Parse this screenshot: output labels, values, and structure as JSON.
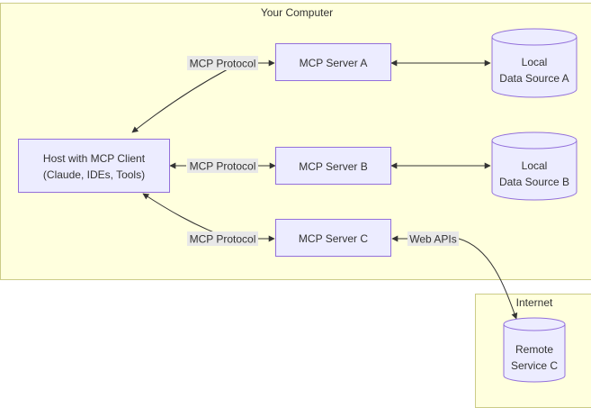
{
  "groups": {
    "computer": {
      "label": "Your Computer"
    },
    "internet": {
      "label": "Internet"
    }
  },
  "nodes": {
    "host": {
      "line1": "Host with MCP Client",
      "line2": "(Claude, IDEs, Tools)"
    },
    "server_a": {
      "label": "MCP Server A"
    },
    "server_b": {
      "label": "MCP Server B"
    },
    "server_c": {
      "label": "MCP Server C"
    },
    "data_a": {
      "line1": "Local",
      "line2": "Data Source A"
    },
    "data_b": {
      "line1": "Local",
      "line2": "Data Source B"
    },
    "remote_c": {
      "line1": "Remote",
      "line2": "Service C"
    }
  },
  "edges": {
    "host_a": {
      "label": "MCP Protocol"
    },
    "host_b": {
      "label": "MCP Protocol"
    },
    "host_c": {
      "label": "MCP Protocol"
    },
    "c_remote": {
      "label": "Web APIs"
    }
  },
  "colors": {
    "cluster_fill": "#ffffde",
    "cluster_stroke": "#cccc88",
    "node_fill": "#ececff",
    "node_stroke": "#9370db",
    "edge_stroke": "#333333",
    "edge_label_bg": "#e8e8e8"
  }
}
